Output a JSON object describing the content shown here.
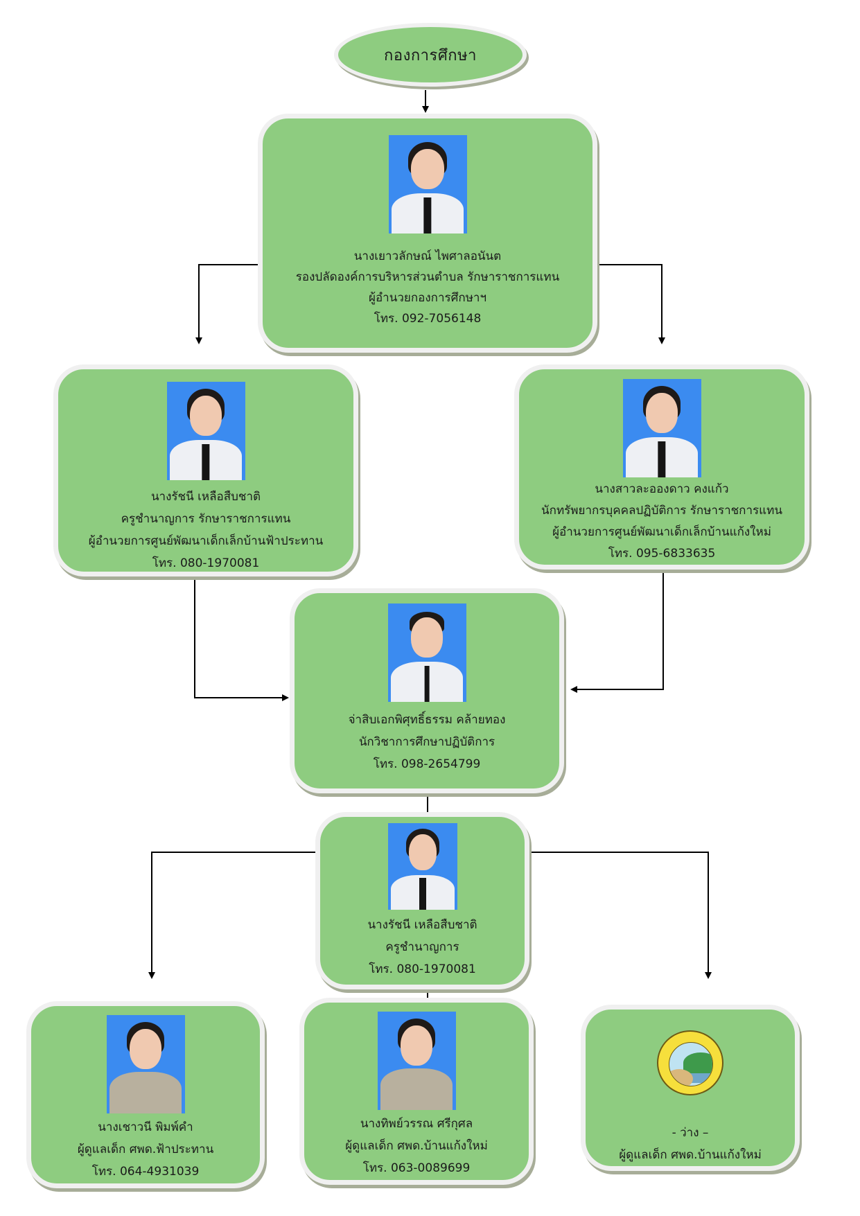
{
  "title": "กองการศึกษา",
  "colors": {
    "box_fill": "#8ecc80",
    "box_border": "#f0f0f0",
    "shadow": "#a7ad98",
    "connector": "#000000"
  },
  "nodes": {
    "director": {
      "name": "นางเยาวลักษณ์  ไพศาลอนันต",
      "lines": [
        "รองปลัดองค์การบริหารส่วนตำบล รักษาราชการแทน",
        "ผู้อำนวยกองการศึกษาฯ"
      ],
      "phone": "โทร. 092-7056148",
      "photo": "portrait-white-uniform"
    },
    "left_center_head": {
      "name": "นางรัชนี เหลือสืบชาติ",
      "lines": [
        "ครูชำนาญการ รักษาราชการแทน",
        "ผู้อำนวยการศูนย์พัฒนาเด็กเล็กบ้านฟ้าประทาน"
      ],
      "phone": "โทร. 080-1970081",
      "photo": "portrait-white-uniform"
    },
    "right_center_head": {
      "name": "นางสาวละอองดาว คงแก้ว",
      "lines": [
        "นักทรัพยากรบุคคลปฏิบัติการ รักษาราชการแทน",
        "ผู้อำนวยการศูนย์พัฒนาเด็กเล็กบ้านแก้งใหม่"
      ],
      "phone": "โทร. 095-6833635",
      "photo": "portrait-white-uniform"
    },
    "academic_officer": {
      "name": "จ่าสิบเอกพิศุทธิ์ธรรม คล้ายทอง",
      "lines": [
        "นักวิชาการศึกษาปฏิบัติการ"
      ],
      "phone": "โทร. 098-2654799",
      "photo": "portrait-white-uniform"
    },
    "teacher": {
      "name": "นางรัชนี เหลือสืบชาติ",
      "lines": [
        "ครูชำนาญการ"
      ],
      "phone": "โทร. 080-1970081",
      "photo": "portrait-white-uniform"
    },
    "caregiver_1": {
      "name": "นางเชาวนี พิมพ์คำ",
      "lines": [
        "ผู้ดูแลเด็ก ศพด.ฟ้าประทาน"
      ],
      "phone": "โทร. 064-4931039",
      "photo": "portrait-khaki-uniform"
    },
    "caregiver_2": {
      "name": "นางทิพย์วรรณ ศรีกุศล",
      "lines": [
        "ผู้ดูแลเด็ก ศพด.บ้านแก้งใหม่"
      ],
      "phone": "โทร. 063-0089699",
      "photo": "portrait-khaki-uniform"
    },
    "caregiver_vacant": {
      "name": "- ว่าง –",
      "lines": [
        "ผู้ดูแลเด็ก ศพด.บ้านแก้งใหม่"
      ],
      "photo": "organization-emblem"
    }
  }
}
